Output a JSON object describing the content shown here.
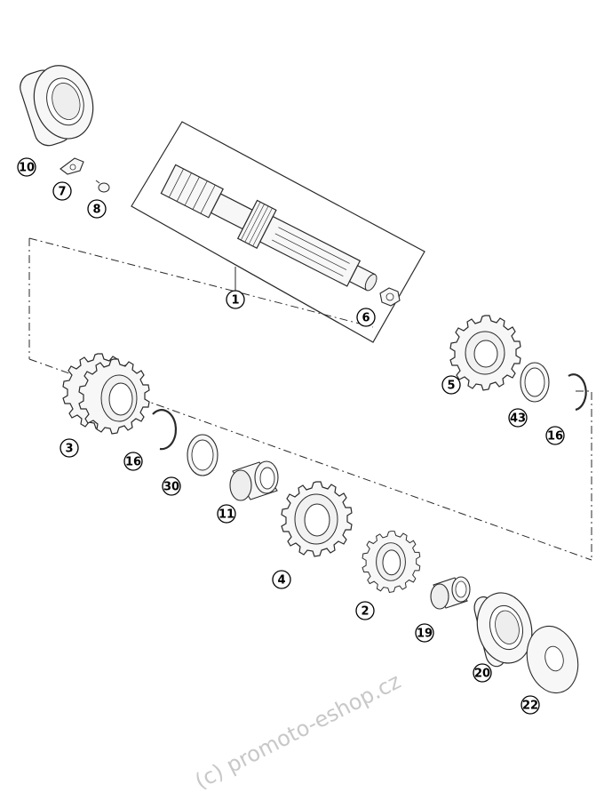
{
  "callouts": [
    {
      "id": "10",
      "label": "10"
    },
    {
      "id": "7",
      "label": "7"
    },
    {
      "id": "8",
      "label": "8"
    },
    {
      "id": "1",
      "label": "1"
    },
    {
      "id": "6",
      "label": "6"
    },
    {
      "id": "5",
      "label": "5"
    },
    {
      "id": "43",
      "label": "43"
    },
    {
      "id": "16a",
      "label": "16"
    },
    {
      "id": "3",
      "label": "3"
    },
    {
      "id": "16b",
      "label": "16"
    },
    {
      "id": "30",
      "label": "30"
    },
    {
      "id": "11",
      "label": "11"
    },
    {
      "id": "4",
      "label": "4"
    },
    {
      "id": "2",
      "label": "2"
    },
    {
      "id": "19",
      "label": "19"
    },
    {
      "id": "20",
      "label": "20"
    },
    {
      "id": "22",
      "label": "22"
    }
  ],
  "watermark": "(c) promoto-eshop.cz",
  "colors": {
    "line": "#2a2a2a",
    "fill": "#f7f7f7",
    "shade": "#dcdcdc",
    "watermark": "#c8c8c8"
  }
}
